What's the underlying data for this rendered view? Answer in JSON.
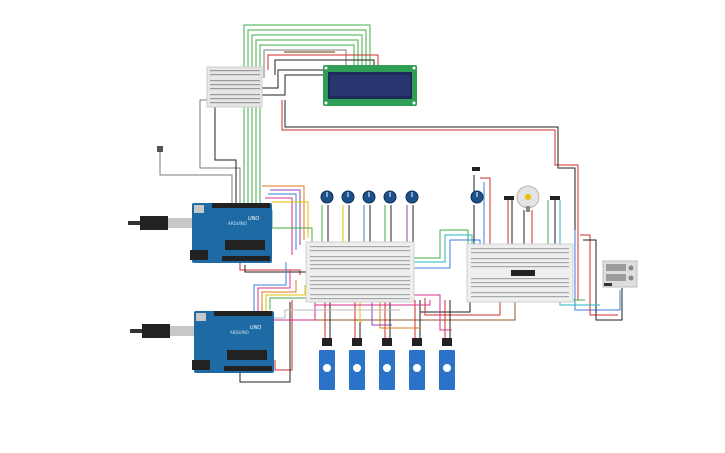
{
  "arduino_top": {
    "brand_text": "UNO",
    "logo_text": "ARDUINO"
  },
  "arduino_bottom": {
    "brand_text": "UNO",
    "logo_text": "ARDUINO"
  },
  "lcd": {
    "rows": [
      "",
      ""
    ]
  },
  "colors": {
    "wire_red": "#d22b2b",
    "wire_black": "#222222",
    "wire_green": "#3fae49",
    "wire_yellow": "#e6c200",
    "wire_orange": "#e07b1a",
    "wire_blue": "#3b7dd8",
    "wire_purple": "#8e44ad",
    "wire_pink": "#d6338a",
    "wire_cyan": "#1fb5c9",
    "wire_brown": "#8b5a2b",
    "wire_gray": "#7b7b7b",
    "arduino_blue": "#1d6aa5",
    "lcd_green": "#2e9e55",
    "lcd_screen": "#1e2a5a",
    "servo_blue": "#2a73c9",
    "breadboard": "#eeeeee"
  }
}
